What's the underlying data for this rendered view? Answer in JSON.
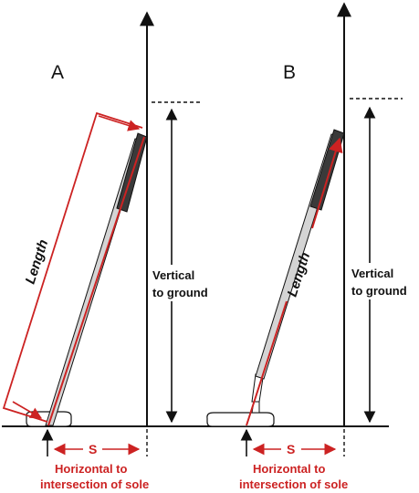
{
  "colors": {
    "ink": "#111111",
    "measure": "#cc2222",
    "shaft": "#d4d4d4",
    "grip": "#3a3a3a"
  },
  "panel_a": {
    "label": "A",
    "length_label": "Length",
    "vertical_line1": "Vertical",
    "vertical_line2": "to ground",
    "s_label": "S",
    "horizontal_line1": "Horizontal to",
    "horizontal_line2": "intersection of sole"
  },
  "panel_b": {
    "label": "B",
    "length_label": "Length",
    "vertical_line1": "Vertical",
    "vertical_line2": "to ground",
    "s_label": "S",
    "horizontal_line1": "Horizontal to",
    "horizontal_line2": "intersection of sole"
  }
}
